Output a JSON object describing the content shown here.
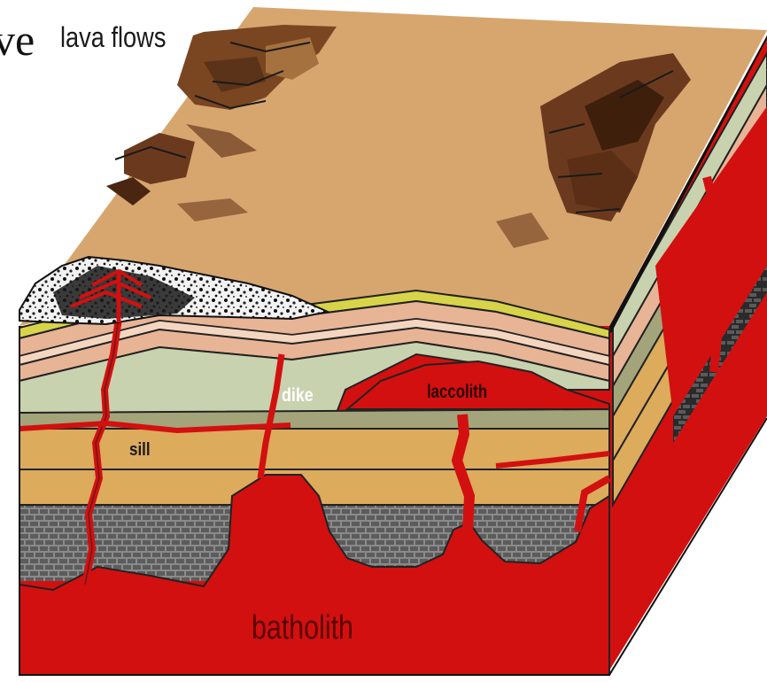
{
  "slide": {
    "partial_text": "ve"
  },
  "labels": {
    "lava_flows": "lava flows",
    "dike": "dike",
    "laccolith": "laccolith",
    "sill": "sill",
    "batholith": "batholith"
  },
  "colors": {
    "magma": "#d21010",
    "surface": "#d6a66e",
    "lava_dark": "#6b3a1e",
    "rock_gray": "#6e6e6e",
    "layer_yellow": "#d8d44a",
    "layer_pink": "#e8b496",
    "layer_sage": "#c9d2ae",
    "layer_olive": "#a3a47a",
    "layer_tan": "#dcab5c"
  }
}
